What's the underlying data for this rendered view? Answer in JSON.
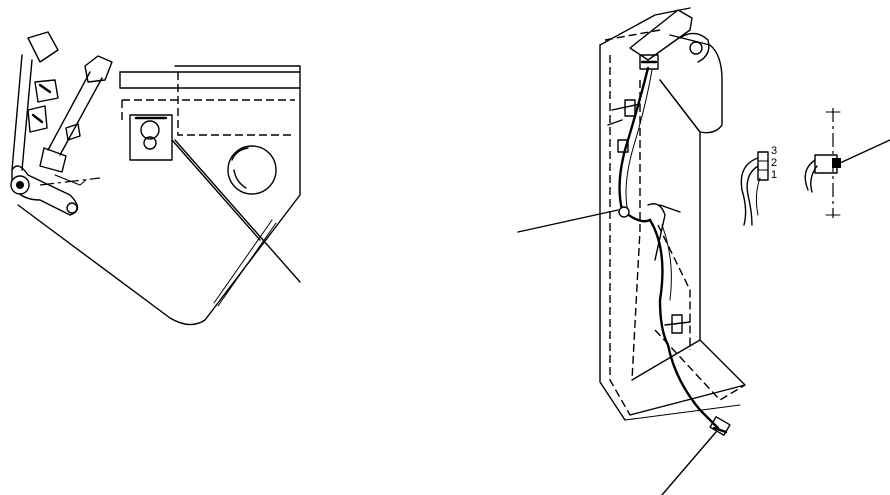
{
  "diagram": {
    "connector_pin_labels": [
      "3",
      "2",
      "1"
    ]
  }
}
